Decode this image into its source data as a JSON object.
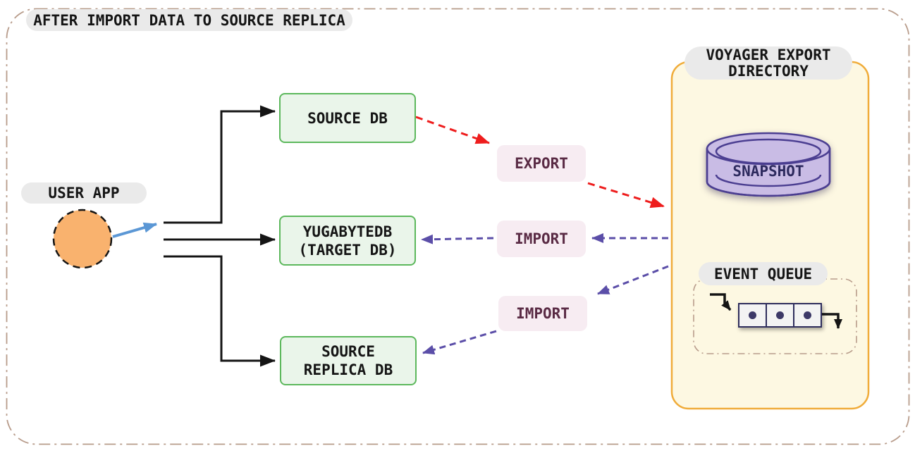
{
  "diagram_title": "AFTER IMPORT DATA TO SOURCE REPLICA",
  "user_app": {
    "label": "USER APP"
  },
  "databases": {
    "source_db": {
      "label": "SOURCE DB"
    },
    "target_db": {
      "lines": [
        "YUGABYTEDB",
        "(TARGET DB)"
      ]
    },
    "source_replica_db": {
      "lines": [
        "SOURCE",
        "REPLICA DB"
      ]
    }
  },
  "steps": {
    "export": {
      "label": "EXPORT"
    },
    "import_target": {
      "label": "IMPORT"
    },
    "import_replica": {
      "label": "IMPORT"
    }
  },
  "voyager_export_directory": {
    "title_lines": [
      "VOYAGER EXPORT",
      "DIRECTORY"
    ],
    "snapshot": {
      "label": "SNAPSHOT"
    },
    "event_queue": {
      "label": "EVENT QUEUE",
      "cell_count": 3
    }
  },
  "colors": {
    "ink": "#151515",
    "pill-bg": "#eaeaea",
    "green-fill": "#eaf5ea",
    "green-border": "#5cb85c",
    "pink-fill": "#f7ecf2",
    "pink-text": "#5a2b45",
    "panel-fill": "#fdf8e2",
    "panel-border": "#f0ac3a",
    "cyl-fill": "#c9bce5",
    "cyl-border": "#4b3e91",
    "cyl-text": "#2d2a5e",
    "arrow-red": "#ee1d1d",
    "arrow-purple": "#5b4ea8",
    "arrow-blue": "#5b97d5",
    "outer-border": "#b89c8b",
    "queue-cell-bg": "#f3f3f3",
    "queue-cell-border": "#2e2d5c",
    "circle-fill": "#f9b26e"
  }
}
